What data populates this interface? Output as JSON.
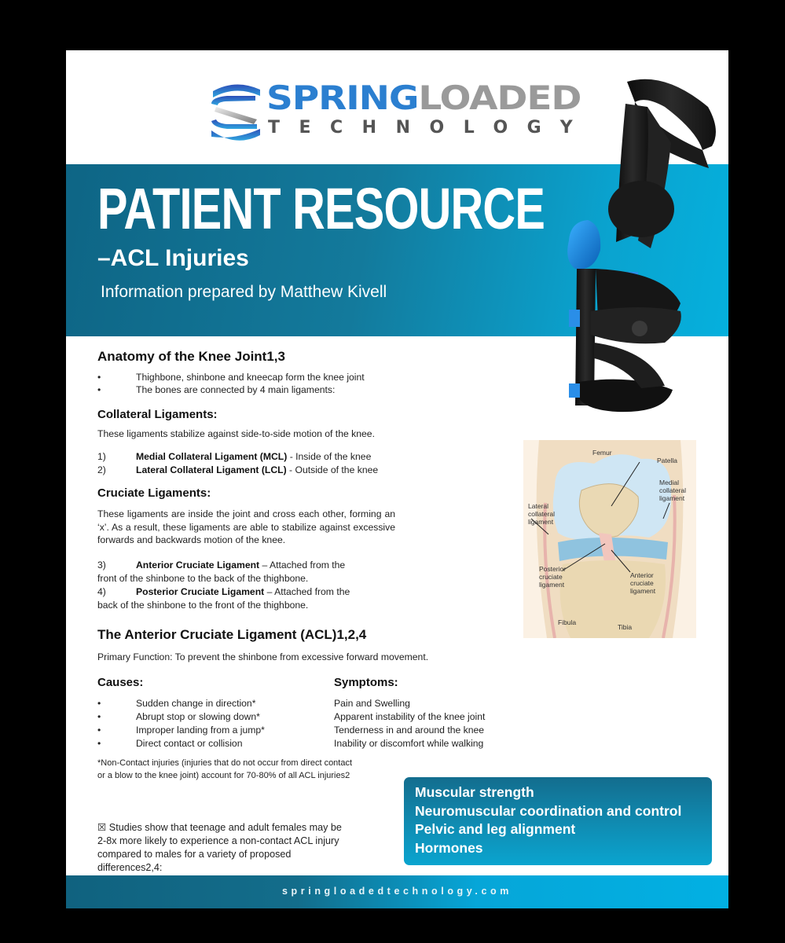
{
  "logo": {
    "word_blue": "SPRING",
    "word_grey": "LOADED",
    "subword": "TECHNOLOGY",
    "colors": {
      "blue": "#2b7fd0",
      "grey": "#9a9a9a",
      "dark": "#555555"
    }
  },
  "banner": {
    "title": "PATIENT RESOURCE",
    "subtitle": "–ACL Injuries",
    "author": "Information prepared by Matthew Kivell",
    "colors": {
      "start": "#0e6585",
      "end": "#05b0dd"
    }
  },
  "anatomy": {
    "heading": "Anatomy of the Knee Joint1,3",
    "bullets": [
      "Thighbone, shinbone and kneecap form the knee joint",
      "The bones are connected by 4 main ligaments:"
    ]
  },
  "collateral": {
    "heading": "Collateral Ligaments:",
    "intro": "These ligaments stabilize against side-to-side motion of the knee.",
    "items": [
      {
        "num": "1)",
        "name": "Medial Collateral Ligament (MCL)",
        "desc": " - Inside of the knee"
      },
      {
        "num": "2)",
        "name": "Lateral Collateral Ligament (LCL)",
        "desc": " - Outside of the knee"
      }
    ]
  },
  "cruciate": {
    "heading": "Cruciate Ligaments:",
    "intro": "These ligaments are inside the joint and cross each other, forming an ‘x’. As a result, these ligaments are able to stabilize against excessive forwards and backwards motion of the knee.",
    "items": [
      {
        "num": "3)",
        "name": "Anterior Cruciate Ligament",
        "desc": " – Attached from the",
        "cont": "front of the shinbone to the back of the thighbone."
      },
      {
        "num": "4)",
        "name": "Posterior Cruciate Ligament",
        "desc": " – Attached from the",
        "cont": "back of the shinbone to the front of the thighbone."
      }
    ]
  },
  "acl": {
    "heading": "The Anterior Cruciate Ligament (ACL)1,2,4",
    "primary_function": "Primary Function: To prevent the shinbone from excessive forward movement.",
    "causes": {
      "heading": "Causes:",
      "items": [
        "Sudden change in direction*",
        "Abrupt stop or slowing down*",
        "Improper landing from a jump*",
        "Direct contact or collision"
      ]
    },
    "symptoms": {
      "heading": "Symptoms:",
      "items": [
        "Pain and Swelling",
        "Apparent instability of the knee joint",
        "Tenderness in and around the knee",
        "Inability or discomfort while walking"
      ]
    },
    "footnote": "*Non-Contact injuries (injuries that do not occur from direct contact or a blow to the knee joint) account for 70-80% of all ACL injuries2",
    "studies": "☒ Studies show that teenage and adult females may be 2-8x more likely to experience a non-contact ACL injury compared to males for a variety of proposed differences2,4:"
  },
  "risk_factors": [
    "Muscular strength",
    "Neuromuscular coordination and control",
    "Pelvic and leg alignment",
    "Hormones"
  ],
  "knee_diagram": {
    "labels": {
      "femur": "Femur",
      "patella": "Patella",
      "medial_collateral": "Medial collateral ligament",
      "lateral_collateral": "Lateral collateral ligament",
      "posterior_cruciate": "Posterior cruciate ligament",
      "anterior_cruciate": "Anterior cruciate ligament",
      "fibula": "Fibula",
      "tibia": "Tibia"
    }
  },
  "footer": {
    "url": "springloadedtechnology.com"
  }
}
